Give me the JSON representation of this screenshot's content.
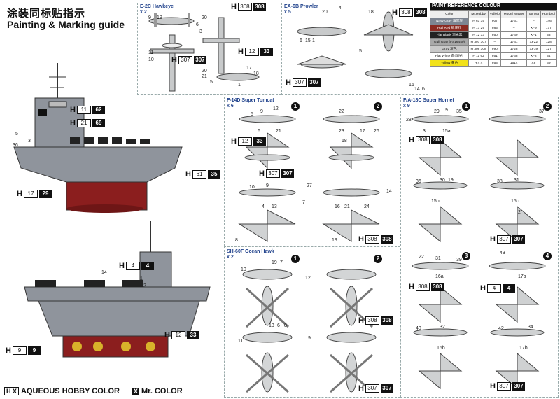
{
  "header": {
    "title_cn": "涂装同标贴指示",
    "title_en": "Painting & Marking guide"
  },
  "legend": {
    "aqueous_code": "H X",
    "aqueous_label": "AQUEOUS HOBBY COLOR",
    "mr_code": "X",
    "mr_label": "Mr. COLOR"
  },
  "ship_codes": [
    {
      "h": "H",
      "w": "11",
      "b": "62"
    },
    {
      "h": "H",
      "w": "21",
      "b": "69"
    },
    {
      "h": "H",
      "w": "61",
      "b": "35"
    },
    {
      "h": "H",
      "w": "17",
      "b": "29"
    },
    {
      "h": "H",
      "w": "4",
      "b": "4"
    },
    {
      "h": "H",
      "w": "12",
      "b": "33"
    },
    {
      "h": "H",
      "w": "9",
      "b": "9"
    }
  ],
  "ship_numbers": [
    "5",
    "3",
    "36",
    "14",
    "1",
    "2"
  ],
  "panels": {
    "hawkeye": {
      "title": "E-2C Hawkeye",
      "qty": "x 2",
      "codes": [
        {
          "h": "H",
          "w": "308",
          "b": "308"
        },
        {
          "h": "H",
          "w": "307",
          "b": "307"
        },
        {
          "h": "H",
          "w": "12",
          "b": "33"
        }
      ],
      "nums": [
        "9",
        "19",
        "20",
        "6",
        "3",
        "11",
        "10",
        "5",
        "20",
        "21",
        "17",
        "18",
        "1"
      ]
    },
    "prowler": {
      "title": "EA-6B Prowler",
      "qty": "x 5",
      "codes": [
        {
          "h": "H",
          "w": "308",
          "b": "308"
        },
        {
          "h": "H",
          "w": "307",
          "b": "307"
        }
      ],
      "nums": [
        "20",
        "4",
        "18",
        "6",
        "15",
        "1",
        "5",
        "16",
        "14",
        "6"
      ]
    },
    "tomcat": {
      "title": "F-14D Super Tomcat",
      "qty": "x 6",
      "variants": [
        "1",
        "2"
      ],
      "codes": [
        {
          "h": "H",
          "w": "12",
          "b": "33"
        },
        {
          "h": "H",
          "w": "307",
          "b": "307"
        },
        {
          "h": "H",
          "w": "308",
          "b": "308"
        }
      ],
      "nums": [
        "5",
        "9",
        "12",
        "22",
        "6",
        "21",
        "23",
        "17",
        "26",
        "18",
        "10",
        "9",
        "27",
        "4",
        "13",
        "7",
        "16",
        "21",
        "24",
        "14",
        "8",
        "19"
      ]
    },
    "hornet": {
      "title": "F/A-18C Super Hornet",
      "qty": "x 9",
      "variants": [
        "1",
        "2",
        "3",
        "4"
      ],
      "codes": [
        {
          "h": "H",
          "w": "308",
          "b": "308"
        },
        {
          "h": "H",
          "w": "307",
          "b": "307"
        },
        {
          "h": "H",
          "w": "308",
          "b": "308"
        },
        {
          "h": "H",
          "w": "4",
          "b": "4"
        },
        {
          "h": "H",
          "w": "307",
          "b": "307"
        }
      ],
      "nums": [
        "29",
        "9",
        "35",
        "37",
        "28",
        "3",
        "15a",
        "36",
        "30",
        "19",
        "38",
        "31",
        "15b",
        "15c",
        "2",
        "22",
        "31",
        "39",
        "43",
        "16a",
        "17a",
        "40",
        "32",
        "42",
        "34",
        "16b",
        "17b"
      ]
    },
    "seahawk": {
      "title": "SH-60F Ocean Hawk",
      "qty": "x 2",
      "variants": [
        "1",
        "2"
      ],
      "codes": [
        {
          "h": "H",
          "w": "308",
          "b": "308"
        },
        {
          "h": "H",
          "w": "307",
          "b": "307"
        }
      ],
      "nums": [
        "19",
        "7",
        "10",
        "12",
        "13",
        "8",
        "6",
        "11",
        "9"
      ]
    }
  },
  "paint_table": {
    "title": "PAINT  REFERENCE COLOUR",
    "headers": [
      "Color",
      "Mr.Hobby",
      "Vallejo",
      "Model Master",
      "Tamiya",
      "Humbrol"
    ],
    "rows": [
      {
        "color": "Navy Gray",
        "cn": "海军灰",
        "hc": "H 61 35",
        "vallejo": "907",
        "mm": "1731",
        "tamiya": "–",
        "humbrol": "146",
        "bg": "#7d8592",
        "fg": "#fff"
      },
      {
        "color": "Hull Red",
        "cn": "船底红",
        "hc": "H 17 29",
        "vallejo": "985",
        "mm": "–",
        "tamiya": "XF9",
        "humbrol": "177",
        "bg": "#8b2a22",
        "fg": "#fff"
      },
      {
        "color": "Flat Black",
        "cn": "消光黑",
        "hc": "H 12 33",
        "vallejo": "950",
        "mm": "1749",
        "tamiya": "XF1",
        "humbrol": "33",
        "bg": "#222",
        "fg": "#fff"
      },
      {
        "color": "Gull Gray (FS16440)",
        "cn": "",
        "hc": "H 307 307",
        "vallejo": "–",
        "mm": "1741",
        "tamiya": "XF22",
        "humbrol": "128",
        "bg": "#a8a8a8",
        "fg": "#111"
      },
      {
        "color": "Gray",
        "cn": "灰色",
        "hc": "H 308 308",
        "vallejo": "990",
        "mm": "1728",
        "tamiya": "XF19",
        "humbrol": "127",
        "bg": "#c9c9c9",
        "fg": "#111"
      },
      {
        "color": "Flat White",
        "cn": "白(消光)",
        "hc": "H 11 62",
        "vallejo": "951",
        "mm": "1768",
        "tamiya": "XF2",
        "humbrol": "34",
        "bg": "#fff",
        "fg": "#111"
      },
      {
        "color": "Yellow",
        "cn": "黄色",
        "hc": "H 4 4",
        "vallejo": "953",
        "mm": "1514",
        "tamiya": "X8",
        "humbrol": "69",
        "bg": "#f2e21a",
        "fg": "#111"
      }
    ]
  },
  "colors": {
    "hull_red": "#8b1e1e",
    "navy_gray": "#8f949c",
    "plane_gray": "#c8cacb",
    "blue_title": "#1d3f8a"
  }
}
